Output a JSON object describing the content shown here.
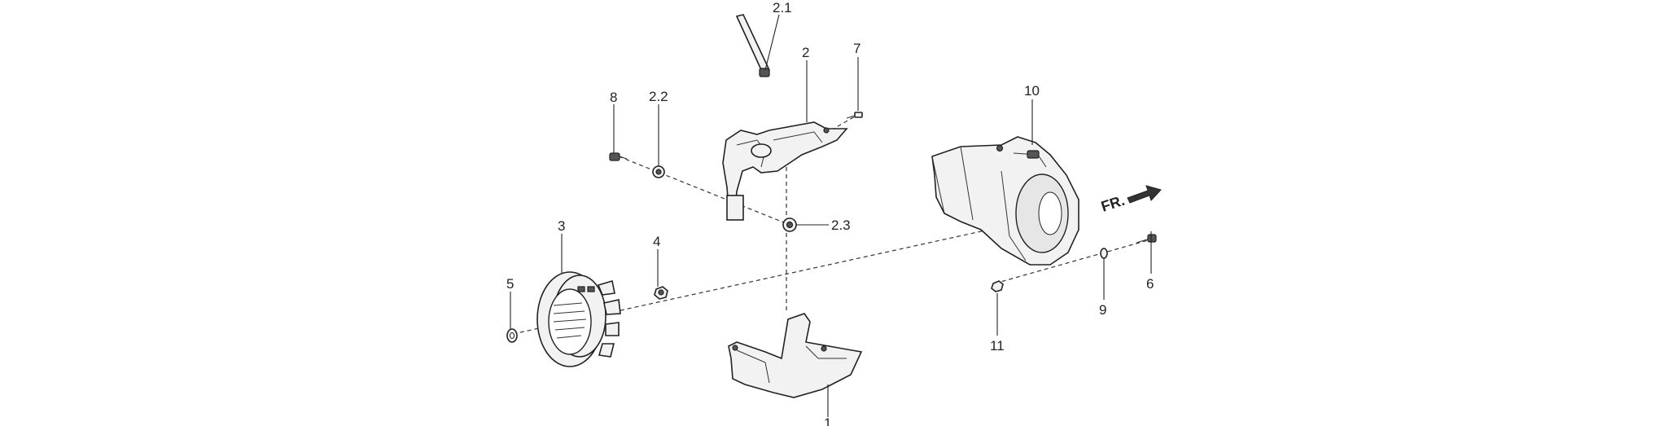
{
  "callouts": {
    "c2_1": "2.1",
    "c2": "2",
    "c7": "7",
    "c8": "8",
    "c2_2": "2.2",
    "c10": "10",
    "c2_3": "2.3",
    "c3": "3",
    "c4": "4",
    "c5": "5",
    "c6": "6",
    "c9": "9",
    "c11": "11",
    "c1": "1"
  },
  "direction_marker": {
    "label": "FR.",
    "icon": "arrow-right-icon"
  }
}
